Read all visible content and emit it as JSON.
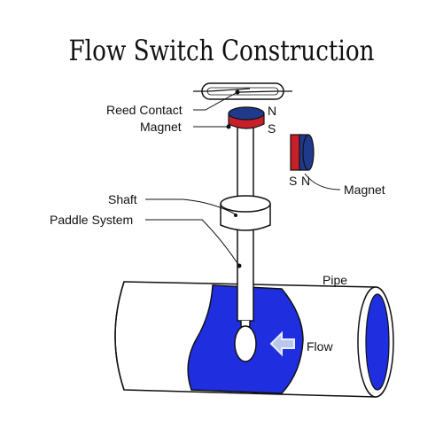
{
  "title": "Flow Switch Construction",
  "labels": {
    "reed_contact": "Reed Contact",
    "magnet_top": "Magnet",
    "magnet_side": "Magnet",
    "shaft": "Shaft",
    "paddle_system": "Paddle System",
    "pipe": "Pipe",
    "flow": "Flow"
  },
  "poles": {
    "top_north": "N",
    "top_south": "S",
    "side_south": "S",
    "side_north": "N"
  },
  "colors": {
    "fluid": "#1f2fe0",
    "magnet_red": "#c8202a",
    "magnet_blue": "#1f3a8c",
    "outline": "#111111",
    "arrow": "#b9c8ea"
  },
  "icons": {
    "flow_direction": "flow-arrow-left-icon"
  }
}
